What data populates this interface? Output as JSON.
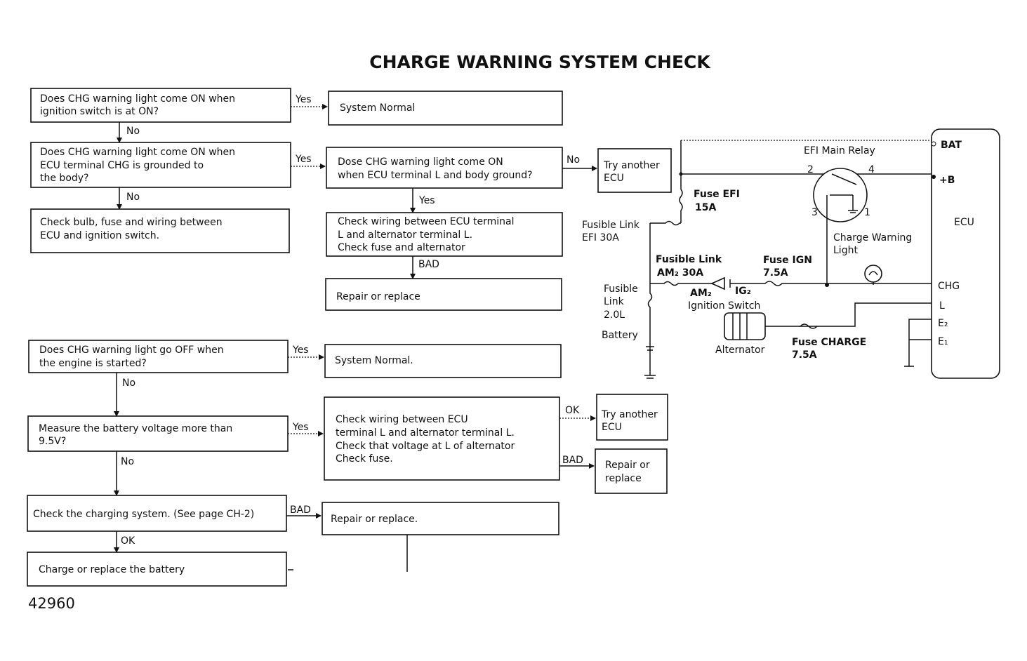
{
  "title": "CHARGE WARNING SYSTEM CHECK",
  "figure_number": "42960",
  "flowchart": {
    "q1": [
      "Does CHG warning light come ON when",
      "ignition switch is at ON?"
    ],
    "q1_yes": "Yes",
    "r1": [
      "System Normal"
    ],
    "q1_no": "No",
    "q2": [
      "Does CHG warning light come ON when",
      "ECU terminal CHG is grounded to",
      "the body?"
    ],
    "q2_yes": "Yes",
    "q3": [
      "Dose CHG warning light come ON",
      "when ECU terminal L and body ground?"
    ],
    "q3_no": "No",
    "r_ecu1": [
      "Try another",
      "ECU"
    ],
    "q3_yes": "Yes",
    "r_wiring1": [
      "Check wiring between ECU terminal",
      "L and alternator terminal L.",
      "Check fuse and alternator"
    ],
    "r_wiring1_bad": "BAD",
    "r_repair1": [
      "Repair or replace"
    ],
    "q2_no": "No",
    "r_bulb": [
      "Check bulb, fuse and wiring between",
      "ECU and ignition switch."
    ],
    "q4": [
      "Does CHG warning light go OFF when",
      "the engine is started?"
    ],
    "q4_yes": "Yes",
    "r4": [
      "System Normal."
    ],
    "q4_no": "No",
    "q5": [
      "Measure the battery voltage more than",
      "9.5V?"
    ],
    "q5_yes": "Yes",
    "r_wiring2": [
      "Check wiring between ECU",
      "terminal L and alternator terminal L.",
      "Check that voltage at L of alternator",
      "Check fuse."
    ],
    "r_wiring2_ok": "OK",
    "r_ecu2": [
      "Try another",
      "ECU"
    ],
    "r_wiring2_bad": "BAD",
    "r_repair2": [
      "Repair or",
      "replace"
    ],
    "q5_no": "No",
    "q6": [
      "Check the charging system. (See page CH-2)"
    ],
    "q6_bad": "BAD",
    "r_repair3": [
      "Repair or replace."
    ],
    "q6_ok": "OK",
    "r_battery": [
      "Charge or replace the battery"
    ]
  },
  "circuit": {
    "efi_main_relay": "EFI Main Relay",
    "relay_pin2": "2",
    "relay_pin4": "4",
    "relay_pin3": "3",
    "relay_pin1": "1",
    "fuse_efi": [
      "Fuse EFI",
      "15A"
    ],
    "fusible_link_efi": [
      "Fusible Link",
      "EFI 30A"
    ],
    "fusible_link_am2": [
      "Fusible Link",
      "AM₂ 30A"
    ],
    "fuse_ign": [
      "Fuse IGN",
      "7.5A"
    ],
    "charge_warning_light": [
      "Charge Warning",
      "Light"
    ],
    "fusible_link_main": [
      "Fusible",
      "Link",
      "2.0L"
    ],
    "battery": "Battery",
    "am2": "AM₂",
    "ig2": "IG₂",
    "ignition_switch": "Ignition Switch",
    "alternator": "Alternator",
    "fuse_charge": [
      "Fuse CHARGE",
      "7.5A"
    ],
    "ecu": "ECU",
    "ecu_terminals": {
      "bat": "BAT",
      "plus_b": "+B",
      "chg": "CHG",
      "l": "L",
      "e2": "E₂",
      "e1": "E₁"
    }
  }
}
